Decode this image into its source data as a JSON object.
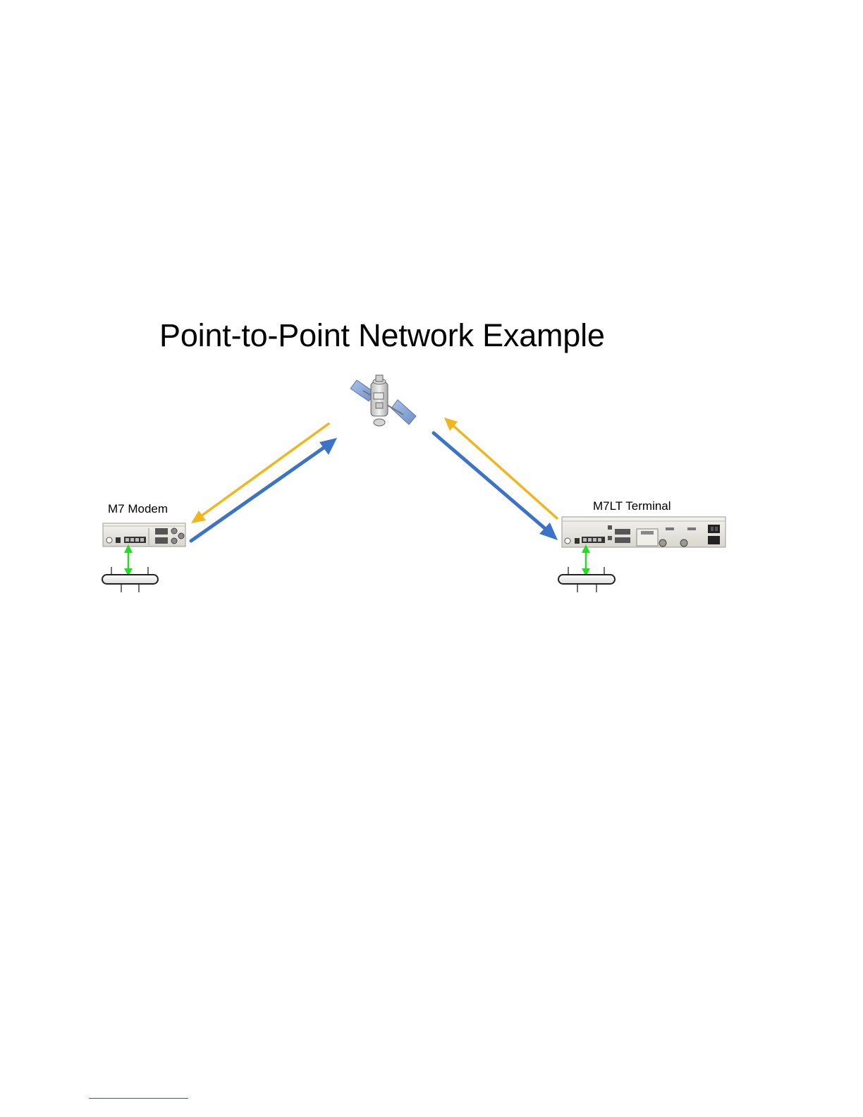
{
  "diagram": {
    "title": "Point-to-Point Network Example",
    "nodes": {
      "m7_modem": {
        "label": "M7 Modem"
      },
      "m7lt_terminal": {
        "label": "M7LT Terminal"
      }
    }
  },
  "colors": {
    "uplink_arrow": "#3a73c7",
    "downlink_arrow": "#f2b51c",
    "lan_arrow": "#22dd22",
    "device_body": "#e8e6e0",
    "footer_rule": "#3a55a6"
  }
}
